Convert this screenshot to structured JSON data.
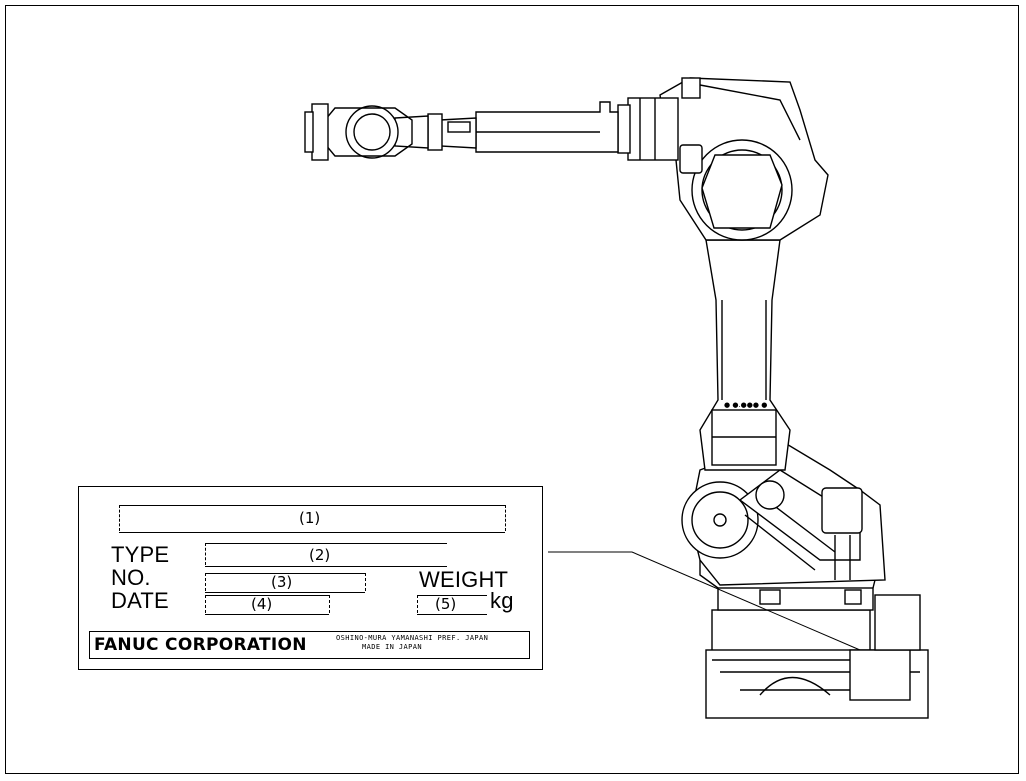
{
  "nameplate": {
    "callouts": [
      "(1)",
      "(2)",
      "(3)",
      "(4)",
      "(5)"
    ],
    "type_label": "TYPE",
    "no_label": "NO.",
    "date_label": "DATE",
    "weight_label": "WEIGHT",
    "weight_unit": "kg",
    "company": "FANUC CORPORATION",
    "address_line1": "OSHINO-MURA YAMANASHI PREF. JAPAN",
    "address_line2": "MADE IN JAPAN"
  },
  "colors": {
    "line": "#000000",
    "background": "#ffffff"
  }
}
